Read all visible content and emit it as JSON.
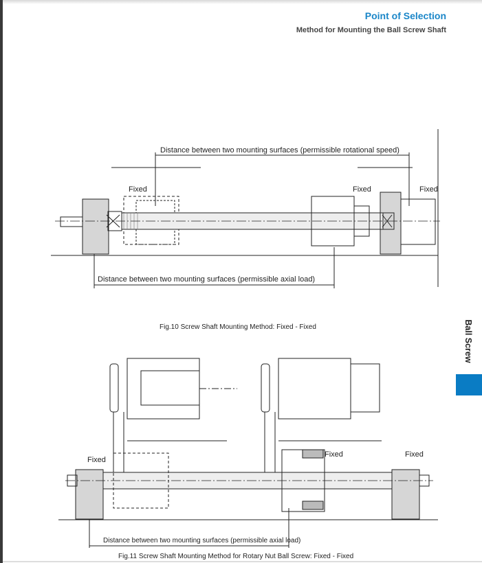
{
  "header": {
    "title": "Point of Selection",
    "subtitle": "Method for Mounting the Ball Screw Shaft"
  },
  "side_tab": {
    "label": "Ball Screw",
    "color": "#0a7cc4"
  },
  "fig10": {
    "dim_top": "Distance between two mounting surfaces (permissible rotational speed)",
    "dim_bottom": "Distance between two mounting surfaces (permissible axial load)",
    "fixed_left": "Fixed",
    "fixed_mid": "Fixed",
    "fixed_right": "Fixed",
    "caption": "Fig.10 Screw Shaft Mounting Method: Fixed - Fixed"
  },
  "fig11": {
    "fixed_left": "Fixed",
    "fixed_mid": "Fixed",
    "fixed_right": "Fixed",
    "dim_bottom": "Distance between two mounting surfaces (permissible axial load)",
    "caption": "Fig.11 Screw Shaft Mounting Method for Rotary Nut Ball Screw: Fixed - Fixed"
  }
}
